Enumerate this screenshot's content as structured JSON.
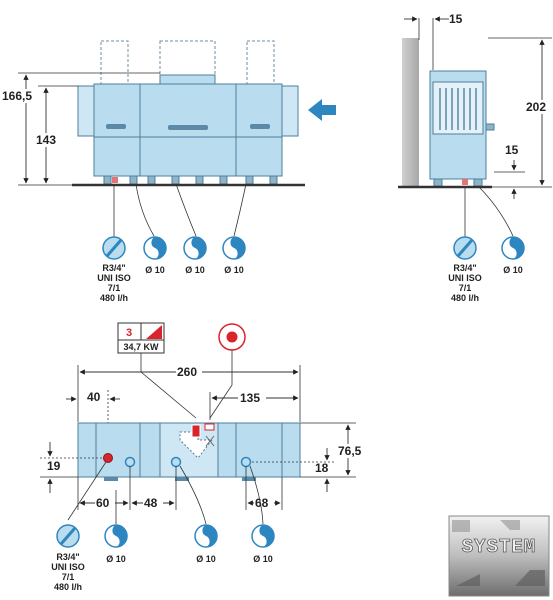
{
  "front_view": {
    "dim_total_height": "166,5",
    "dim_body_height": "143",
    "inlet": {
      "spec_line1": "R3/4\"",
      "spec_line2": "UNI ISO",
      "spec_line3": "7/1",
      "spec_line4": "480 l/h"
    },
    "drains": [
      {
        "label": "Ø 10"
      },
      {
        "label": "Ø 10"
      },
      {
        "label": "Ø 10"
      }
    ]
  },
  "side_view": {
    "dim_top_gap": "15",
    "dim_height": "202",
    "dim_foot_gap": "15",
    "inlet": {
      "spec_line1": "R3/4\"",
      "spec_line2": "UNI ISO",
      "spec_line3": "7/1",
      "spec_line4": "480 l/h"
    },
    "drain": {
      "label": "Ø 10"
    }
  },
  "top_view": {
    "electrical": {
      "phase": "3",
      "power": "34,7 KW"
    },
    "dim_length": "260",
    "dim_left_offset": "40",
    "dim_right_offset": "135",
    "dim_depth": "76,5",
    "dim_inlet_y": "19",
    "dim_drain_y": "18",
    "dim_drain1_x": "60",
    "dim_drain2_x": "48",
    "dim_drain3_x": "68",
    "inlet": {
      "spec_line1": "R3/4\"",
      "spec_line2": "UNI ISO",
      "spec_line3": "7/1",
      "spec_line4": "480 l/h"
    },
    "drains": [
      {
        "label": "Ø 10"
      },
      {
        "label": "Ø 10"
      },
      {
        "label": "Ø 10"
      }
    ]
  },
  "logo": {
    "text": "SYSTEM"
  },
  "colors": {
    "machine_fill": "#b9dcee",
    "machine_stroke": "#4d7f9c",
    "accent_red": "#d9232d",
    "arrow_blue": "#2e86c1"
  }
}
